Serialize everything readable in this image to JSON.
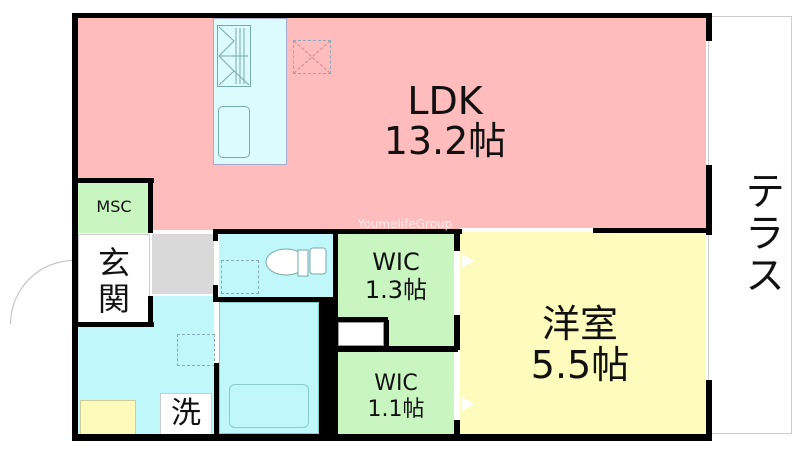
{
  "floorplan": {
    "colors": {
      "ldk": "#ffbcbc",
      "kitchen": "#dcfbfd",
      "wet": "#bff7fb",
      "wic": "#c8f5c0",
      "msc": "#c8f5c0",
      "western": "#fdfcbc",
      "genkan": "#ffffff",
      "hall": "#d9d9d9",
      "washbasin": "#fdf9b8",
      "wall": "#000000"
    },
    "rooms": {
      "ldk": {
        "name": "LDK",
        "size": "13.2帖"
      },
      "western": {
        "name": "洋室",
        "size": "5.5帖"
      },
      "wic1": {
        "name": "WIC",
        "size": "1.3帖"
      },
      "wic2": {
        "name": "WIC",
        "size": "1.1帖"
      },
      "msc": {
        "name": "MSC"
      },
      "genkan": {
        "name1": "玄",
        "name2": "関"
      },
      "washer": {
        "name": "洗"
      },
      "terrace": {
        "name": "テラス"
      }
    },
    "watermark": "YoumelifeGroup"
  }
}
